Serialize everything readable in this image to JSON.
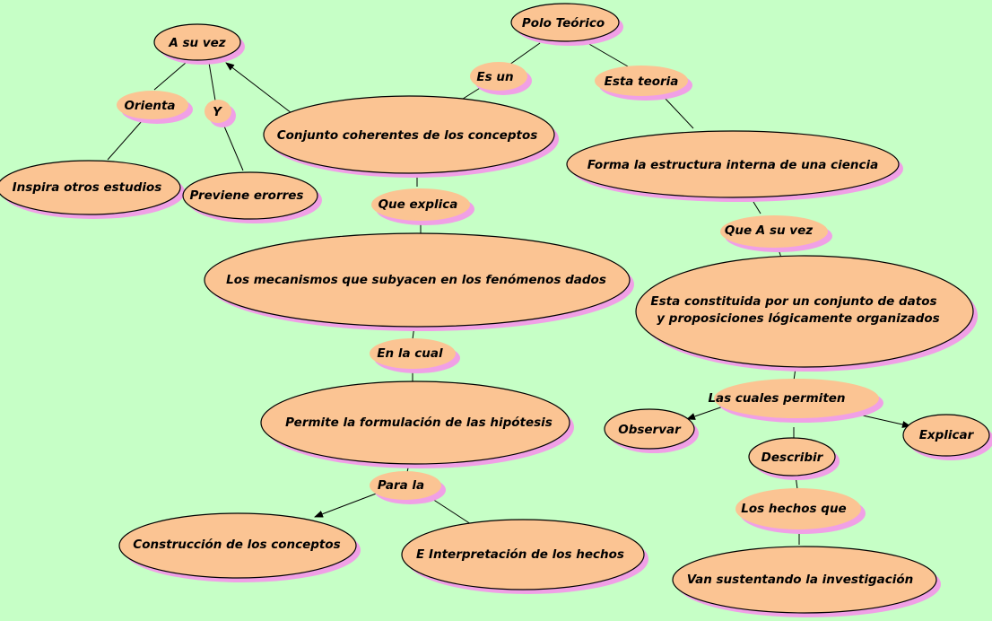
{
  "colors": {
    "background": "#c6ffc6",
    "node_fill": "#fbc493",
    "node_shadow": "#f0a0e6",
    "line": "#000000"
  },
  "diagram": {
    "type": "concept-map",
    "concepts": {
      "polo_teorico": "Polo Teórico",
      "conjunto": "Conjunto coherentes de los conceptos",
      "forma": "Forma la estructura interna de una ciencia",
      "a_su_vez": "A su vez",
      "inspira": "Inspira otros estudios",
      "previene": "Previene erorres",
      "mecanismos": "Los mecanismos que subyacen en los fenómenos dados",
      "permite": "Permite la formulación de las hipótesis",
      "construccion": "Construcción de los conceptos",
      "interpretacion": "E Interpretación de los hechos",
      "constituida_l1": "Esta constituida por  un conjunto de datos",
      "constituida_l2": "y proposiciones lógicamente organizados",
      "observar": "Observar",
      "explicar": "Explicar",
      "describir": "Describir",
      "van": "Van sustentando la investigación"
    },
    "linking_phrases": {
      "es_un": "Es un",
      "esta_teoria": "Esta teoria",
      "orienta": "Orienta",
      "y": "Y",
      "que_explica": "Que explica",
      "en_la_cual": "En la cual",
      "para_la": "Para la",
      "que_a_su_vez": "Que A su vez",
      "las_cuales_permiten": "Las cuales permiten",
      "los_hechos_que": "Los hechos que"
    }
  }
}
